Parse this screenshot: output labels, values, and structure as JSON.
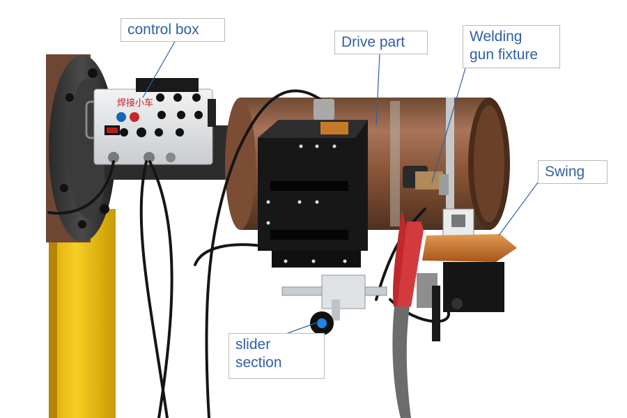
{
  "colors": {
    "label_text": "#2f5fa6",
    "label_border": "#b9b9b9",
    "leader_line": "#2f5fa6",
    "pipe": "#8e5a3b",
    "stand": "#f1c40f",
    "drive_body": "#151515",
    "control_panel": "#e4e6e8",
    "swing_plate": "#c8772e",
    "torch": "#c0282d"
  },
  "panel": {
    "chinese_title": "焊接小车"
  },
  "labels": {
    "control_box": "control box",
    "drive_part": "Drive part",
    "welding_gun_fixture_line1": "Welding",
    "welding_gun_fixture_line2": "gun fixture",
    "swing": "Swing",
    "slider_section_line1": "slider",
    "slider_section_line2": "section"
  }
}
